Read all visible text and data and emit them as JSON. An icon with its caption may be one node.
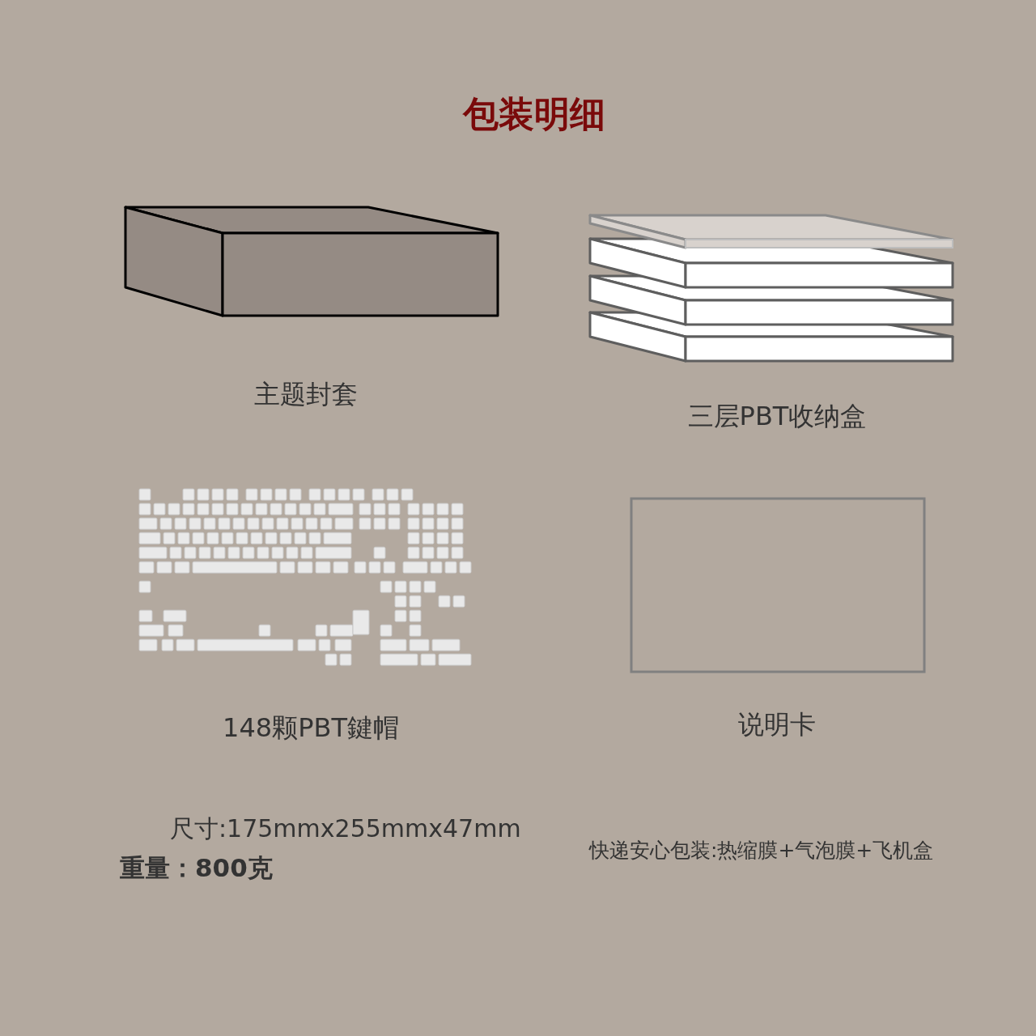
{
  "diagram": {
    "title": "包装明细",
    "nodes": [
      {
        "text": [],
        "shape": "box",
        "beside": [
          "主题封套"
        ]
      },
      {
        "text": [],
        "shape": "box",
        "beside": [
          "三层PBT收纳盒"
        ]
      },
      {
        "text": [],
        "shape": "picture",
        "beside": [
          "148颗PBT鍵帽"
        ]
      },
      {
        "text": [],
        "shape": "box",
        "beside": [
          "说明卡"
        ]
      }
    ],
    "labels": [
      "尺寸:175mmx255mmx47mm",
      "重量：800克",
      "快递安心包装:热缩膜+气泡膜+飞机盒"
    ]
  }
}
